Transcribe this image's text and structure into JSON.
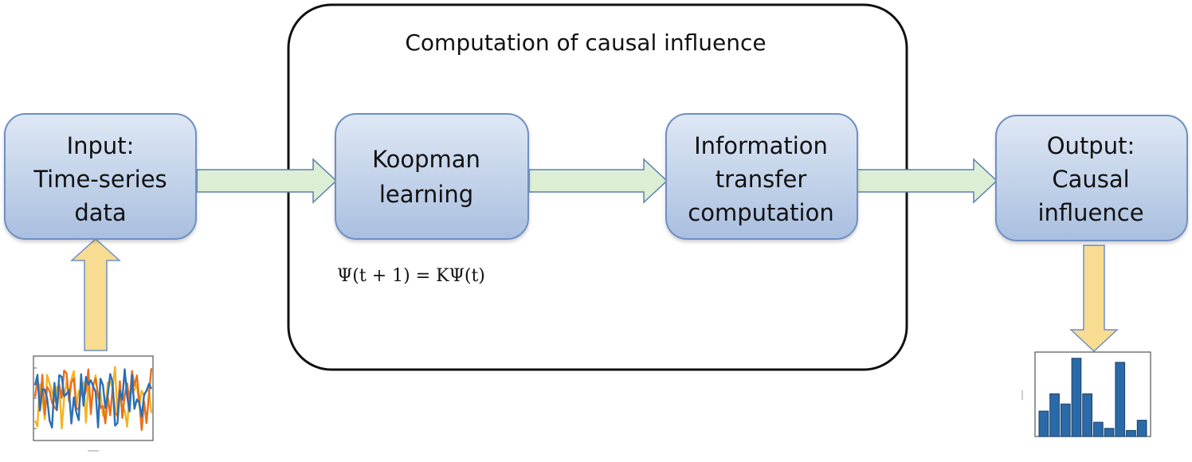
{
  "diagram": {
    "group_title": "Computation of causal influence",
    "boxes": {
      "input": {
        "lines": [
          "Input:",
          "Time-series",
          "data"
        ]
      },
      "koopman": {
        "lines": [
          "Koopman",
          "learning"
        ]
      },
      "info": {
        "lines": [
          "Information",
          "transfer",
          "computation"
        ]
      },
      "output": {
        "lines": [
          "Output:",
          "Causal",
          "influence"
        ]
      }
    },
    "equation": "Ψ(t + 1) = KΨ(t)"
  },
  "colors": {
    "box_fill_top": "#dfe8f5",
    "box_fill_bottom": "#a9bfdf",
    "box_stroke": "#6f8fc4",
    "horizontal_arrow_fill": "#dcefd4",
    "horizontal_arrow_stroke": "#5b7fb3",
    "vertical_arrow_fill": "#f8dc91",
    "vertical_arrow_stroke": "#6f8fc4",
    "group_stroke": "#111111",
    "series_blue": "#2a6fb5",
    "series_orange": "#e86f1c",
    "series_yellow": "#f2b51e",
    "bar_fill": "#2b6aa8"
  },
  "chart_data": [
    {
      "type": "bar",
      "values": [
        0.25,
        0.42,
        0.32,
        0.77,
        0.42,
        0.14,
        0.08,
        0.73,
        0.06,
        0.16
      ]
    }
  ]
}
